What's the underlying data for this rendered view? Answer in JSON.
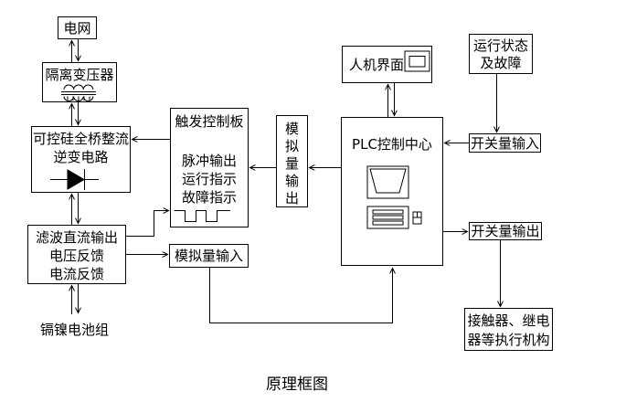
{
  "diagram": {
    "caption": "原理框图",
    "colors": {
      "line": "#000000",
      "background": "#ffffff"
    },
    "icons": [
      "transformer-winding-icon",
      "thyristor-icon",
      "pulse-waveform-icon",
      "hmi-screen-icon",
      "monitor-icon",
      "keyboard-icon",
      "mouse-icon"
    ],
    "nodes": {
      "power_grid": {
        "label": "电网"
      },
      "isolation_transformer": {
        "label": "隔离变压器"
      },
      "scr_bridge": {
        "line1": "可控硅全桥整流",
        "line2": "逆变电路"
      },
      "filter_dc": {
        "line1": "滤波直流输出",
        "line2": "电压反馈",
        "line3": "电流反馈"
      },
      "battery": {
        "label": "镉镍电池组"
      },
      "trigger_board": {
        "title": "触发控制板",
        "line1": "脉冲输出",
        "line2": "运行指示",
        "line3": "故障指示"
      },
      "analog_input": {
        "label": "模拟量输入"
      },
      "analog_output": {
        "label": "模拟量输出"
      },
      "hmi": {
        "label": "人机界面"
      },
      "plc": {
        "label": "PLC控制中心"
      },
      "run_status": {
        "line1": "运行状态",
        "line2": "及故障"
      },
      "switch_input": {
        "label": "开关量输入"
      },
      "switch_output": {
        "label": "开关量输出"
      },
      "actuators": {
        "line1": "接触器、继电",
        "line2": "器等执行机构"
      }
    }
  }
}
